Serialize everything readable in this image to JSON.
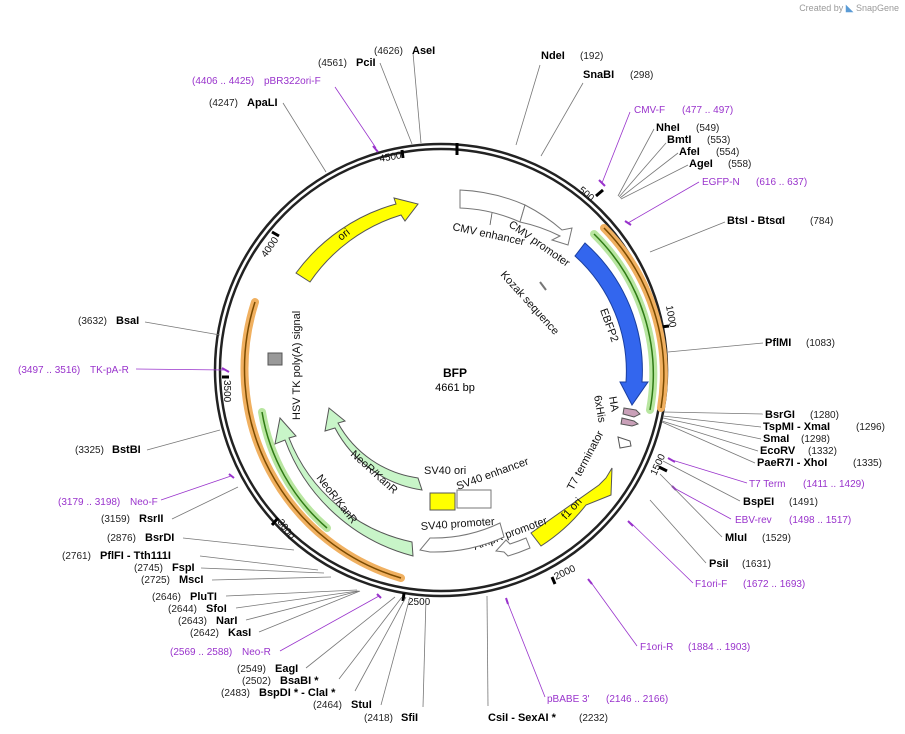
{
  "credit": {
    "prefix": "Created by",
    "brand": "SnapGene"
  },
  "plasmid": {
    "name": "BFP",
    "size": "4661 bp",
    "length": 4661
  },
  "ticks": [
    "500",
    "1000",
    "1500",
    "2000",
    "2500",
    "3000",
    "3500",
    "4000",
    "4500"
  ],
  "features": [
    {
      "label": "CMV enhancer",
      "color": "#ffffff"
    },
    {
      "label": "CMV promoter",
      "color": "#ffffff"
    },
    {
      "label": "Kozak sequence",
      "color": "#888888"
    },
    {
      "label": "EBFP2",
      "color": "#3366ee"
    },
    {
      "label": "HA",
      "color": "#c9a0b8"
    },
    {
      "label": "6xHis",
      "color": "#c9a0b8"
    },
    {
      "label": "T7 terminator",
      "color": "#ffffff"
    },
    {
      "label": "f1 ori",
      "color": "#ffff00"
    },
    {
      "label": "AmpR promoter",
      "color": "#ffffff"
    },
    {
      "label": "SV40 promoter",
      "color": "#ffffff"
    },
    {
      "label": "SV40 enhancer",
      "color": "#ffffff"
    },
    {
      "label": "SV40 ori",
      "color": "#ffff00"
    },
    {
      "label": "NeoR/KanR",
      "color": "#c8f5c8"
    },
    {
      "label": "NeoR/KanR",
      "color": "#c8f5c8"
    },
    {
      "label": "HSV TK poly(A) signal",
      "color": "#999999"
    },
    {
      "label": "ori",
      "color": "#ffff00"
    }
  ],
  "enzymes": [
    {
      "name": "NdeI",
      "pos": "(192)"
    },
    {
      "name": "SnaBI",
      "pos": "(298)"
    },
    {
      "name": "NheI",
      "pos": "(549)"
    },
    {
      "name": "BmtI",
      "pos": "(553)"
    },
    {
      "name": "AfeI",
      "pos": "(554)"
    },
    {
      "name": "AgeI",
      "pos": "(558)"
    },
    {
      "name": "BtsI - BtsαI",
      "pos": "(784)"
    },
    {
      "name": "PflMI",
      "pos": "(1083)"
    },
    {
      "name": "BsrGI",
      "pos": "(1280)"
    },
    {
      "name": "TspMI - XmaI",
      "pos": "(1296)"
    },
    {
      "name": "SmaI",
      "pos": "(1298)"
    },
    {
      "name": "EcoRV",
      "pos": "(1332)"
    },
    {
      "name": "PaeR7I - XhoI",
      "pos": "(1335)"
    },
    {
      "name": "BspEI",
      "pos": "(1491)"
    },
    {
      "name": "MluI",
      "pos": "(1529)"
    },
    {
      "name": "PsiI",
      "pos": "(1631)"
    },
    {
      "name": "CsiI - SexAI *",
      "pos": "(2232)"
    },
    {
      "name": "SfiI",
      "pos": "(2418)"
    },
    {
      "name": "StuI",
      "pos": "(2464)"
    },
    {
      "name": "BspDI * - ClaI *",
      "pos": "(2483)"
    },
    {
      "name": "BsaBI *",
      "pos": "(2502)"
    },
    {
      "name": "EagI",
      "pos": "(2549)"
    },
    {
      "name": "KasI",
      "pos": "(2642)"
    },
    {
      "name": "NarI",
      "pos": "(2643)"
    },
    {
      "name": "SfoI",
      "pos": "(2644)"
    },
    {
      "name": "PluTI",
      "pos": "(2646)"
    },
    {
      "name": "MscI",
      "pos": "(2725)"
    },
    {
      "name": "FspI",
      "pos": "(2745)"
    },
    {
      "name": "PflFI - Tth111I",
      "pos": "(2761)"
    },
    {
      "name": "BsrDI",
      "pos": "(2876)"
    },
    {
      "name": "RsrII",
      "pos": "(3159)"
    },
    {
      "name": "BstBI",
      "pos": "(3325)"
    },
    {
      "name": "BsaI",
      "pos": "(3632)"
    },
    {
      "name": "ApaLI",
      "pos": "(4247)"
    },
    {
      "name": "PciI",
      "pos": "(4561)"
    },
    {
      "name": "AseI",
      "pos": "(4626)"
    }
  ],
  "primers": [
    {
      "name": "CMV-F",
      "range": "(477 .. 497)"
    },
    {
      "name": "EGFP-N",
      "range": "(616 .. 637)"
    },
    {
      "name": "T7 Term",
      "range": "(1411 .. 1429)"
    },
    {
      "name": "EBV-rev",
      "range": "(1498 .. 1517)"
    },
    {
      "name": "F1ori-F",
      "range": "(1672 .. 1693)"
    },
    {
      "name": "F1ori-R",
      "range": "(1884 .. 1903)"
    },
    {
      "name": "pBABE 3'",
      "range": "(2146 .. 2166)"
    },
    {
      "name": "Neo-R",
      "range": "(2569 .. 2588)"
    },
    {
      "name": "Neo-F",
      "range": "(3179 .. 3198)"
    },
    {
      "name": "TK-pA-R",
      "range": "(3497 .. 3516)"
    },
    {
      "name": "pBR322ori-F",
      "range": "(4406 .. 4425)"
    }
  ],
  "colors": {
    "backbone": "#222222",
    "primer": "#9933cc",
    "ebfp": "#3366ee",
    "orf_outline": "#f0b060",
    "orf_inner": "#4a9a2a"
  }
}
